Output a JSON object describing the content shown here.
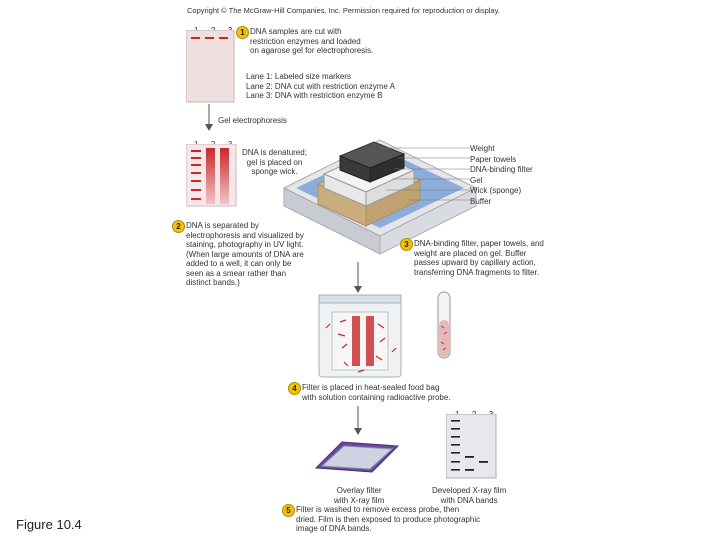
{
  "copyright": "Copyright © The McGraw-Hill Companies, Inc. Permission required for reproduction or display.",
  "lane_numbers": [
    "1",
    "2",
    "3"
  ],
  "steps": [
    {
      "num": "1",
      "text": "DNA samples are cut with\nrestriction enzymes and loaded\non agarose gel for electrophoresis."
    },
    {
      "num": "2",
      "text": "DNA is separated by\nelectrophoresis and visualized by\nstaining, photography in UV light.\n(When large amounts of DNA are\nadded to a well, it can only be\nseen as a smear rather than\ndistinct bands.)"
    },
    {
      "num": "3",
      "text": "DNA-binding filter, paper towels, and\nweight are placed on gel. Buffer\npasses upward by capillary action,\ntransferring DNA fragments to filter."
    },
    {
      "num": "4",
      "text": "Filter is placed in heat-sealed food bag\nwith solution containing radioactive probe."
    },
    {
      "num": "5",
      "text": "Filter is washed to remove excess probe, then\ndried. Film is then exposed to produce photographic\nimage of DNA bands."
    }
  ],
  "lane_legend": "Lane 1: Labeled size markers\nLane 2: DNA cut with restriction enzyme A\nLane 3: DNA with restriction enzyme B",
  "gel_electrophoresis": "Gel electrophoresis",
  "denatured": "DNA is denatured;\ngel is placed on\nsponge wick.",
  "apparatus_labels": [
    "Weight",
    "Paper towels",
    "DNA-binding filter",
    "Gel",
    "Wick (sponge)",
    "Buffer"
  ],
  "overlay_label": "Overlay filter\nwith X-ray film",
  "developed_label": "Developed X-ray film\nwith DNA bands",
  "figure_label": "Figure 10.4",
  "colors": {
    "band": "#c8282a",
    "step_circle": "#f2c20a",
    "buffer": "#7da2d6",
    "film": "#6a4a9a"
  }
}
